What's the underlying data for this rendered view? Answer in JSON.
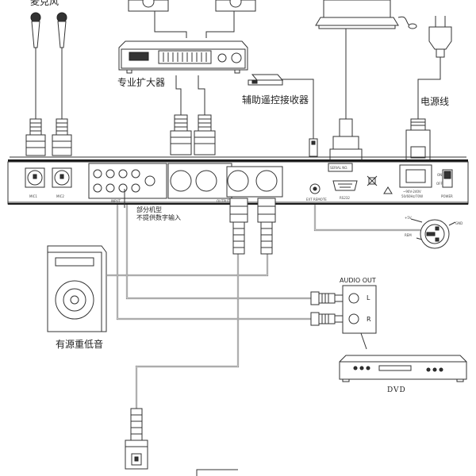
{
  "labels": {
    "microphone": "麦克风",
    "pro_amplifier": "专业扩大器",
    "remote_receiver": "辅助遥控接收器",
    "power_cord": "电源线",
    "subwoofer": "有源重低音",
    "partial_models_line1": "部分机型",
    "partial_models_line2": "不提供数字输入",
    "audio_out": "AUDIO OUT",
    "audio_left": "L",
    "audio_right": "R",
    "dvd": "DVD"
  },
  "panel": {
    "mic1": "MIC1",
    "mic2": "MIC2",
    "input_label": "INPUT",
    "output_label": "OUTPUT",
    "ext_remote": "EXT REMOTE",
    "rs232": "RS232",
    "serial_no": "SERIAL NO.",
    "voltage": "~90V-240V",
    "frequency": "50/60Hz/70W",
    "power": "POWER",
    "switch_on": "ON",
    "switch_off": "OFF",
    "pin_plus5v": "+5V",
    "pin_gnd": "GND",
    "pin_rem": "REM"
  },
  "colors": {
    "line": "#333333",
    "wire": "#7a7a7a",
    "panel_band": "#1a1a1a",
    "background": "#ffffff"
  }
}
